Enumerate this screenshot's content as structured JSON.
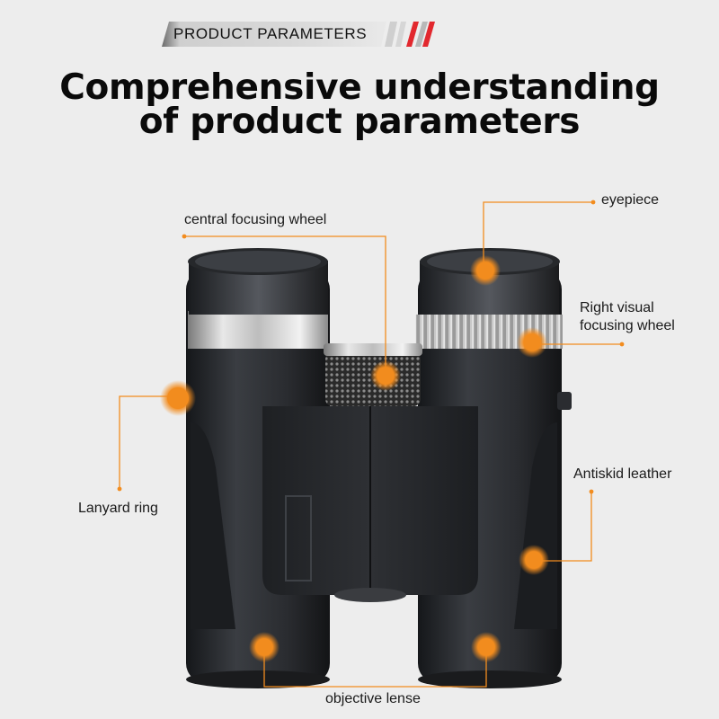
{
  "banner": {
    "label": "PRODUCT PARAMETERS"
  },
  "headline": {
    "line1": "Comprehensive understanding",
    "line2": "of product parameters"
  },
  "callouts": {
    "central_focusing_wheel": "central focusing wheel",
    "eyepiece": "eyepiece",
    "right_visual_line1": "Right visual",
    "right_visual_line2": "focusing wheel",
    "lanyard_ring": "Lanyard ring",
    "antiskid_leather": "Antiskid leather",
    "objective_lense": "objective lense"
  },
  "colors": {
    "accent": "#f28c1e",
    "background": "#ededed",
    "body": "#2b2d30",
    "banner_stripe": "#e2282e"
  }
}
